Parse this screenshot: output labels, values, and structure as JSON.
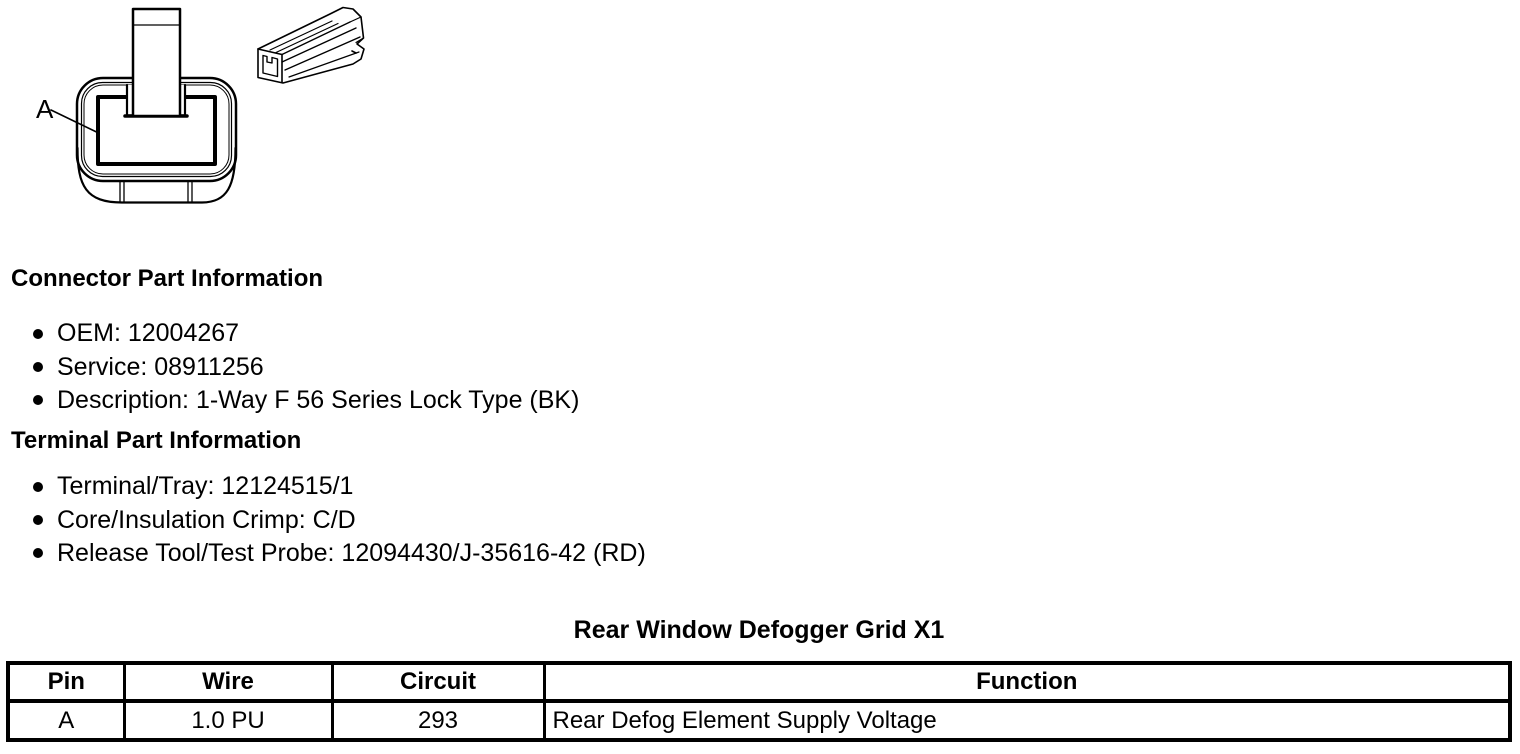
{
  "page": {
    "background": "#ffffff",
    "ink": "#000000"
  },
  "figure": {
    "connector_label": "A",
    "connector_drawing": "1-way-connector-face-view",
    "terminal_drawing": "terminal-isometric-view"
  },
  "sections": [
    {
      "heading": "Connector Part Information",
      "bullets": [
        "OEM: 12004267",
        "Service: 08911256",
        "Description: 1-Way F 56 Series Lock Type (BK)"
      ]
    },
    {
      "heading": "Terminal Part Information",
      "bullets": [
        "Terminal/Tray: 12124515/1",
        "Core/Insulation Crimp: C/D",
        "Release Tool/Test Probe: 12094430/J-35616-42 (RD)"
      ]
    }
  ],
  "table": {
    "title": "Rear Window Defogger Grid X1",
    "headers": [
      "Pin",
      "Wire",
      "Circuit",
      "Function"
    ],
    "rows": [
      [
        "A",
        "1.0 PU",
        "293",
        "Rear Defog Element Supply Voltage"
      ]
    ]
  }
}
